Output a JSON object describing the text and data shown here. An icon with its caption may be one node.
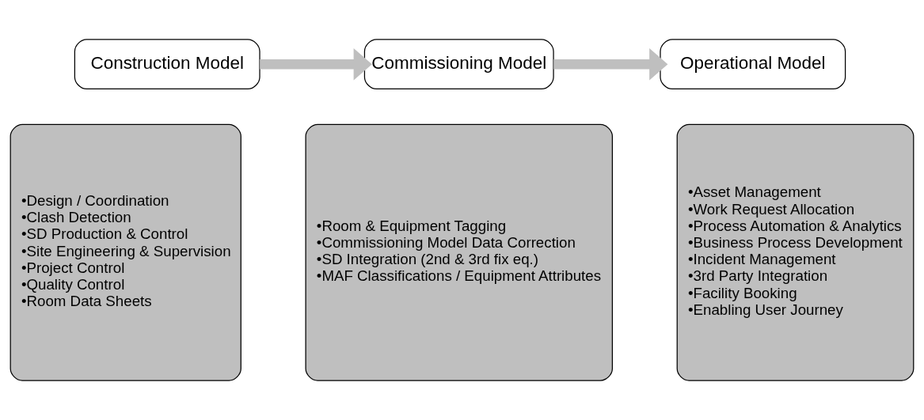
{
  "diagram": {
    "nodes": [
      {
        "text": [
          "Construction Model"
        ]
      },
      {
        "text": [
          "Commissioning Model"
        ]
      },
      {
        "text": [
          "Operational Model"
        ]
      },
      {
        "text": [
          "•Design / Coordination",
          "•Clash Detection",
          "•SD Production & Control",
          "•Site Engineering & Supervision",
          "•Project Control",
          "•Quality Control",
          "•Room Data Sheets"
        ]
      },
      {
        "text": [
          "•Room & Equipment Tagging",
          "•Commissioning Model Data Correction",
          "•SD Integration (2nd & 3rd fix eq.)",
          "•MAF Classifications / Equipment Attributes"
        ]
      },
      {
        "text": [
          "•Asset Management",
          "•Work Request Allocation",
          "•Process Automation & Analytics",
          "•Business Process Development",
          "•Incident Management",
          "•3rd Party Integration",
          "•Facility Booking",
          "•Enabling User Journey"
        ]
      }
    ],
    "edges": [
      {
        "from": 0,
        "to": 1,
        "arrow": "to"
      },
      {
        "from": 1,
        "to": 2,
        "arrow": "to"
      }
    ]
  }
}
